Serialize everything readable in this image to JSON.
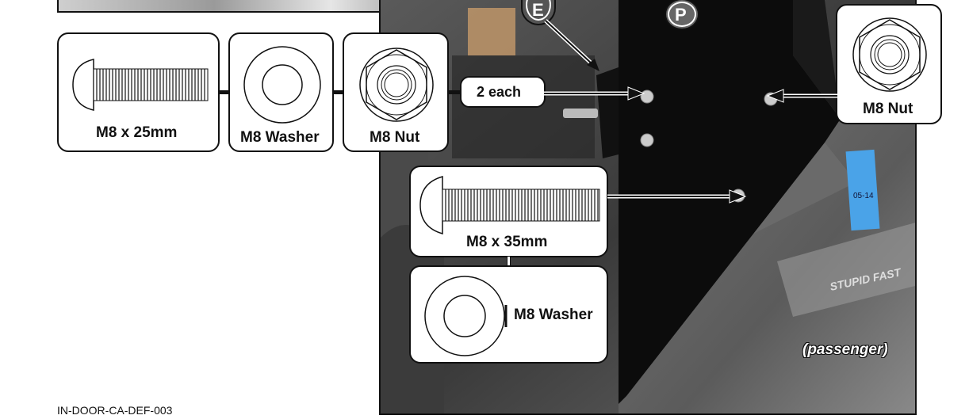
{
  "document": {
    "code": "IN-DOOR-CA-DEF-003"
  },
  "hardware_top": {
    "bolt_label": "M8 x 25mm",
    "washer_label": "M8 Washer",
    "nut_label": "M8 Nut",
    "quantity_label": "2 each"
  },
  "hardware_right": {
    "nut_label": "M8 Nut"
  },
  "hardware_bottom": {
    "bolt_label": "M8 x 35mm",
    "washer_label": "M8 Washer"
  },
  "photo": {
    "callout_e": "E",
    "callout_p": "P",
    "side_label": "(passenger)",
    "vehicle_text": "STUPID FAST",
    "sticker_text": "05-14"
  }
}
